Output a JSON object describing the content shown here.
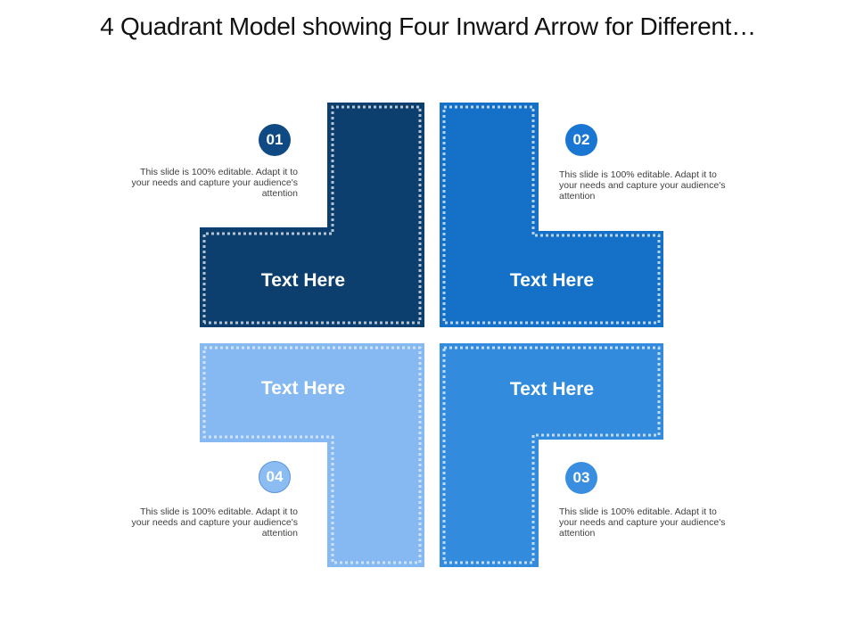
{
  "title": "4 Quadrant Model showing Four Inward Arrow for Different…",
  "colors": {
    "q1": "#0C3E6E",
    "q2": "#1570C8",
    "q3": "#338BDE",
    "q4": "#86B9F2",
    "badge1": "#0F4A85",
    "badge2": "#1976D2",
    "badge3": "#3A8EE0",
    "badge4": "#8BBDF3",
    "dots": "#ffffff",
    "description_text": "#404040"
  },
  "quadrants": [
    {
      "id": "01",
      "number": "01",
      "label": "Text Here",
      "description": "This slide is 100% editable. Adapt it to your needs and capture your audience's attention"
    },
    {
      "id": "02",
      "number": "02",
      "label": "Text Here",
      "description": "This slide is 100% editable. Adapt it to your needs and capture your audience's attention"
    },
    {
      "id": "03",
      "number": "03",
      "label": "Text Here",
      "description": "This slide is 100% editable. Adapt it to your needs and capture your audience's attention"
    },
    {
      "id": "04",
      "number": "04",
      "label": "Text Here",
      "description": "This slide is 100% editable. Adapt it to your needs and capture your audience's attention"
    }
  ]
}
